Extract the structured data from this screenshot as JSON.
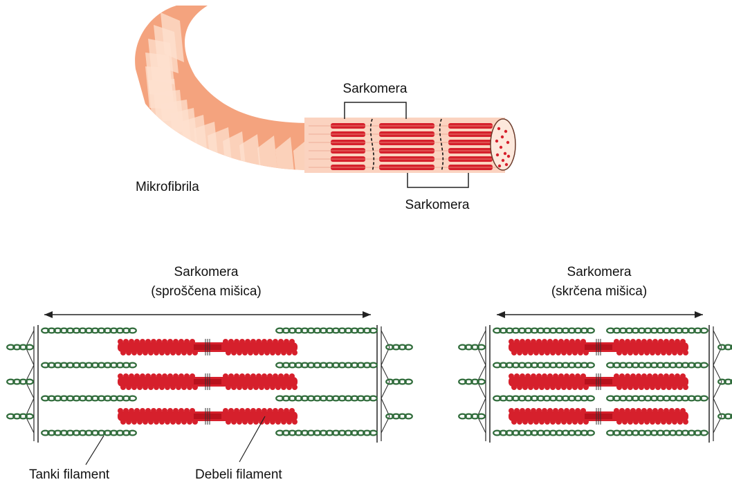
{
  "labels": {
    "myofibril": "Mikrofibrila",
    "sarcomere_top": "Sarkomera",
    "sarcomere_bottom": "Sarkomera",
    "relaxed_title": "Sarkomera",
    "relaxed_subtitle": "(sproščena mišica)",
    "contracted_title": "Sarkomera",
    "contracted_subtitle": "(skrčena mišica)",
    "thin_filament": "Tanki filament",
    "thick_filament": "Debeli filament"
  },
  "colors": {
    "fiber": "#f4a37e",
    "fiber_band": "#fde0cf",
    "thick": "#d6202c",
    "thin": "#2f6b3a",
    "line": "#222222"
  }
}
